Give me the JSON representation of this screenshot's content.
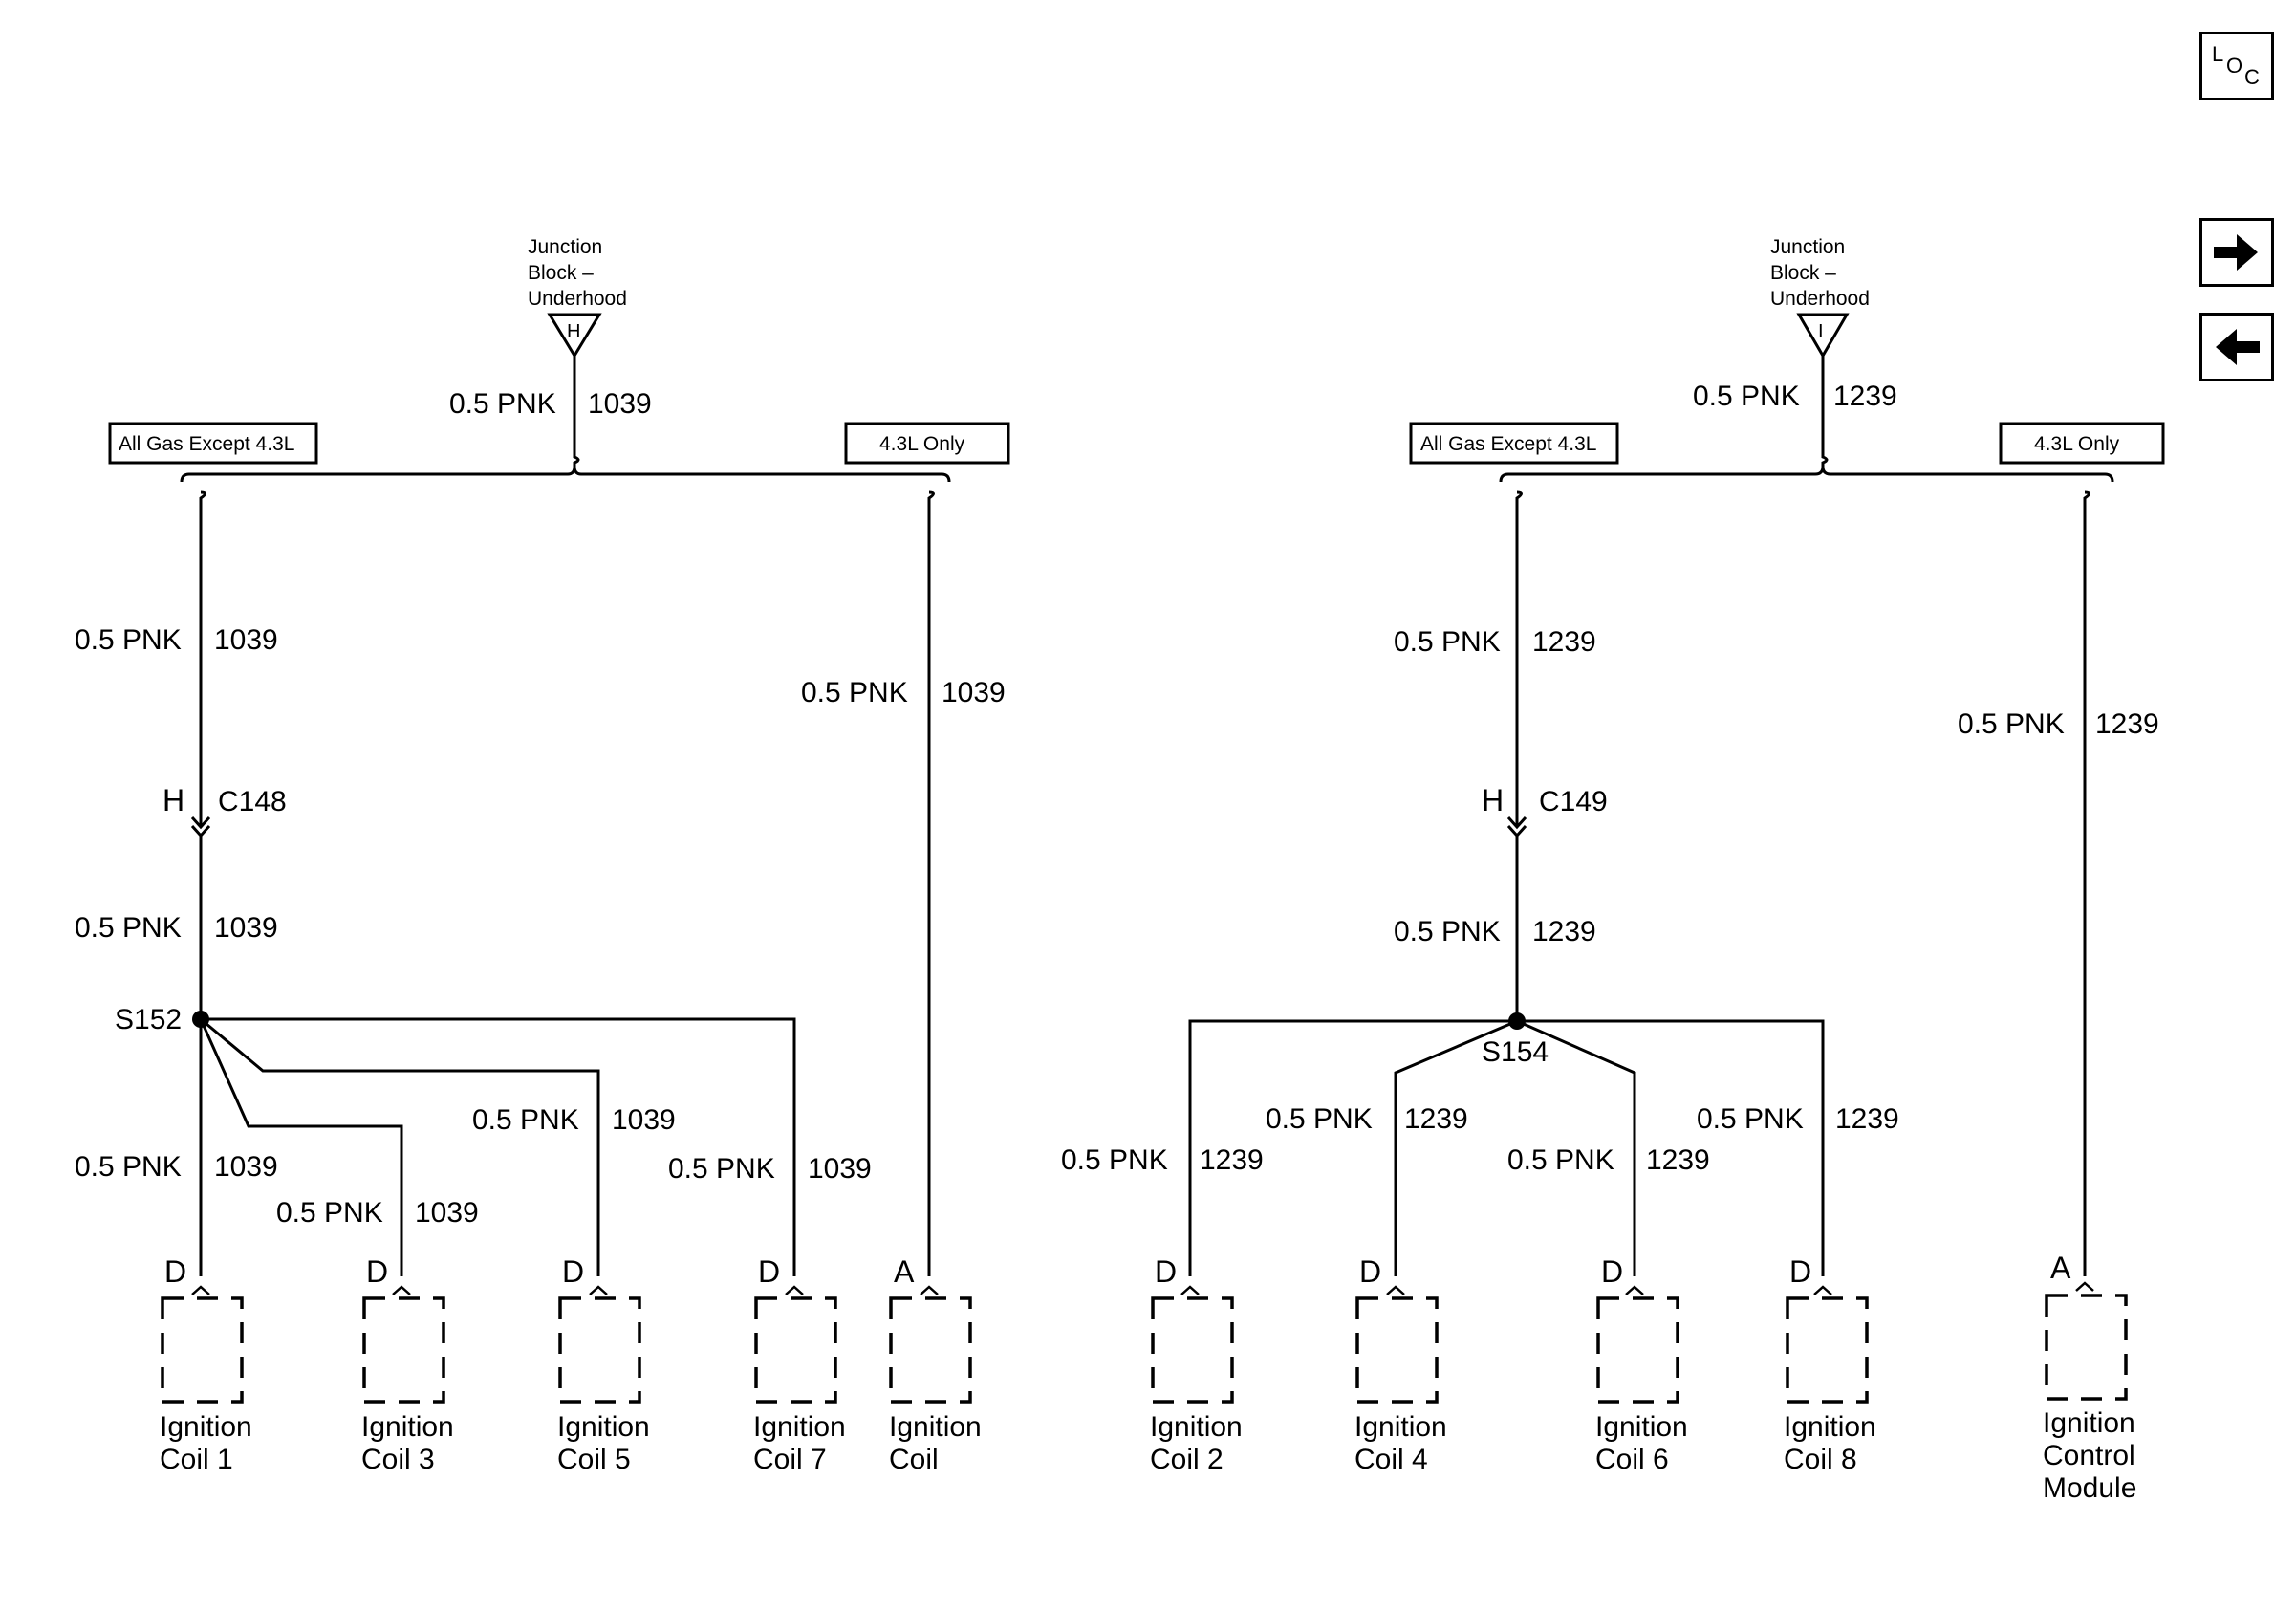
{
  "nav": {
    "loc_label": "LOC",
    "loc_icon": "loc-icon",
    "next_icon": "arrow-right-icon",
    "prev_icon": "arrow-left-icon"
  },
  "left_circuit": {
    "junction_title": [
      "Junction",
      "Block –",
      "Underhood"
    ],
    "junction_pin": "H",
    "feed_wire": {
      "gauge_color": "0.5 PNK",
      "circuit": "1039"
    },
    "option_left": "All Gas Except 4.3L",
    "option_right": "4.3L Only",
    "branch_wire_left": {
      "gauge_color": "0.5 PNK",
      "circuit": "1039"
    },
    "branch_wire_right": {
      "gauge_color": "0.5 PNK",
      "circuit": "1039"
    },
    "connector": {
      "pin": "H",
      "name": "C148"
    },
    "after_connector_wire": {
      "gauge_color": "0.5 PNK",
      "circuit": "1039"
    },
    "splice": "S152",
    "coil_wires": [
      {
        "gauge_color": "0.5 PNK",
        "circuit": "1039"
      },
      {
        "gauge_color": "0.5 PNK",
        "circuit": "1039"
      },
      {
        "gauge_color": "0.5 PNK",
        "circuit": "1039"
      },
      {
        "gauge_color": "0.5 PNK",
        "circuit": "1039"
      }
    ],
    "components": [
      {
        "pin": "D",
        "line1": "Ignition",
        "line2": "Coil 1"
      },
      {
        "pin": "D",
        "line1": "Ignition",
        "line2": "Coil 3"
      },
      {
        "pin": "D",
        "line1": "Ignition",
        "line2": "Coil 5"
      },
      {
        "pin": "D",
        "line1": "Ignition",
        "line2": "Coil 7"
      },
      {
        "pin": "A",
        "line1": "Ignition",
        "line2": "Coil"
      }
    ]
  },
  "right_circuit": {
    "junction_title": [
      "Junction",
      "Block –",
      "Underhood"
    ],
    "junction_pin": "I",
    "feed_wire": {
      "gauge_color": "0.5 PNK",
      "circuit": "1239"
    },
    "option_left": "All Gas Except 4.3L",
    "option_right": "4.3L Only",
    "branch_wire_left": {
      "gauge_color": "0.5 PNK",
      "circuit": "1239"
    },
    "branch_wire_right": {
      "gauge_color": "0.5 PNK",
      "circuit": "1239"
    },
    "connector": {
      "pin": "H",
      "name": "C149"
    },
    "after_connector_wire": {
      "gauge_color": "0.5 PNK",
      "circuit": "1239"
    },
    "splice": "S154",
    "coil_wires": [
      {
        "gauge_color": "0.5 PNK",
        "circuit": "1239"
      },
      {
        "gauge_color": "0.5 PNK",
        "circuit": "1239"
      },
      {
        "gauge_color": "0.5 PNK",
        "circuit": "1239"
      },
      {
        "gauge_color": "0.5 PNK",
        "circuit": "1239"
      }
    ],
    "components": [
      {
        "pin": "D",
        "line1": "Ignition",
        "line2": "Coil 2"
      },
      {
        "pin": "D",
        "line1": "Ignition",
        "line2": "Coil 4"
      },
      {
        "pin": "D",
        "line1": "Ignition",
        "line2": "Coil 6"
      },
      {
        "pin": "D",
        "line1": "Ignition",
        "line2": "Coil 8"
      },
      {
        "pin": "A",
        "line1": "Ignition",
        "line2": "Control",
        "line3": "Module"
      }
    ]
  }
}
